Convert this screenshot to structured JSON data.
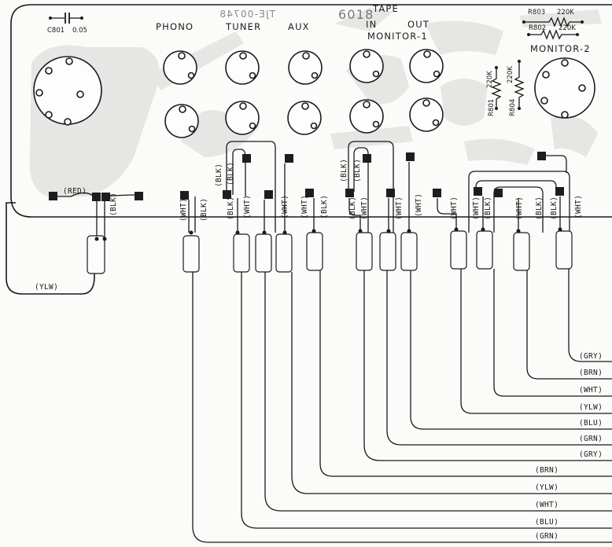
{
  "board": {
    "mirrored_part_no": "TJE-00748",
    "partial_code": "6018"
  },
  "components": {
    "c801": {
      "ref": "C801",
      "value": "0.05"
    },
    "r803": {
      "ref": "R803",
      "value": "220K"
    },
    "r802": {
      "ref": "R802",
      "value": "220K"
    },
    "r801": {
      "ref": "R801",
      "value": "220K"
    },
    "r804": {
      "ref": "R804",
      "value": "220K"
    }
  },
  "headings": {
    "phono": "PHONO",
    "tuner": "TUNER",
    "aux": "AUX",
    "tape": "TAPE",
    "in": "IN",
    "out": "OUT",
    "monitor1": "MONITOR-1",
    "monitor2": "MONITOR-2"
  },
  "pad_labels": {
    "red": "(RED)",
    "blk": "(BLK)",
    "wht": "(WHT)"
  },
  "left_lead": "(YLW)",
  "right_leads": [
    "(GRY)",
    "(BRN)",
    "(WHT)",
    "(YLW)",
    "(BLU)",
    "(GRN)",
    "(GRY)"
  ],
  "bottom_leads": [
    "(BRN)",
    "(YLW)",
    "(WHT)",
    "(BLU)",
    "(GRN)"
  ]
}
